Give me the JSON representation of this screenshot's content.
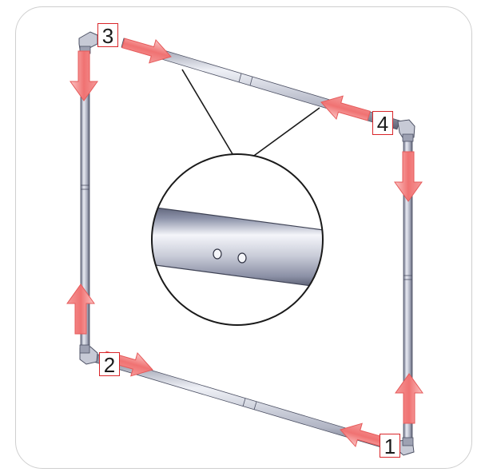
{
  "labels": {
    "l1": "1",
    "l2": "2",
    "l3": "3",
    "l4": "4"
  },
  "colors": {
    "label_border": "#d9262a",
    "arrow_fill": "#f07b7b",
    "arrow_edge": "#e85555"
  }
}
